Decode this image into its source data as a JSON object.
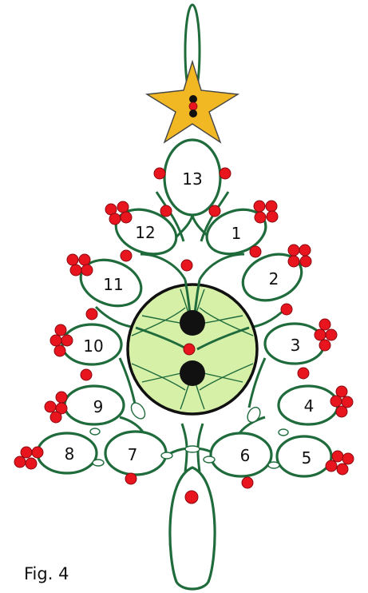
{
  "figure": {
    "caption": "Fig. 4",
    "ring_labels": [
      "1",
      "2",
      "3",
      "4",
      "5",
      "6",
      "7",
      "8",
      "9",
      "10",
      "11",
      "12",
      "13"
    ]
  },
  "colors": {
    "thread": "#1f6b3c",
    "bead": "#e8141e",
    "star": "#f2b824",
    "button_fill": "#d6f0a8",
    "button_center": "#111111"
  }
}
